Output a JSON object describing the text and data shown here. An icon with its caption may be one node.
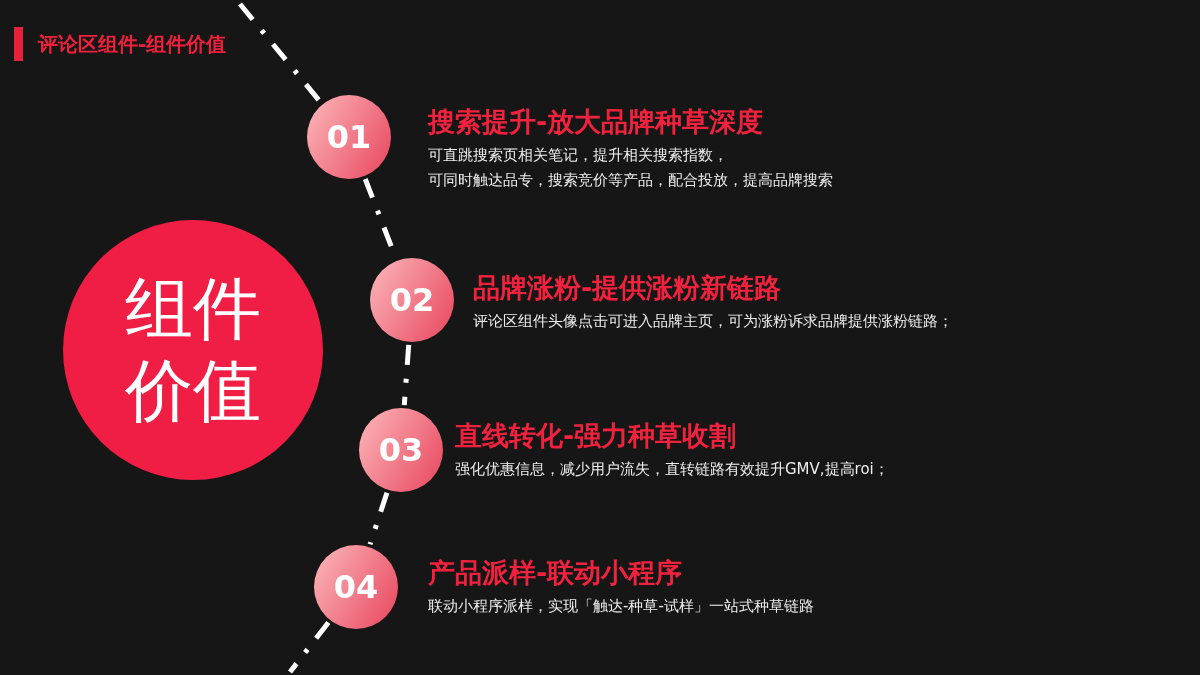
{
  "diagram": {
    "title": "评论区组件-组件价值",
    "nodes": [
      {
        "text": [
          "组件价值"
        ]
      },
      {
        "text": [
          "01"
        ],
        "beside": [
          "搜索提升-放大品牌种草深度",
          "可直跳搜索页相关笔记，提升相关搜索指数，",
          "可同时触达品专，搜索竞价等产品，配合投放，提高品牌搜索"
        ]
      },
      {
        "text": [
          "02"
        ],
        "beside": [
          "品牌涨粉-提供涨粉新链路",
          "评论区组件头像点击可进入品牌主页，可为涨粉诉求品牌提供涨粉链路；"
        ]
      },
      {
        "text": [
          "03"
        ],
        "beside": [
          "直线转化-强力种草收割",
          "强化优惠信息，减少用户流失，直转链路有效提升GMV,提高roi；"
        ]
      },
      {
        "text": [
          "04"
        ],
        "beside": [
          "产品派样-联动小程序",
          "联动小程序派样，实现「触达-种草-试样」一站式种草链路"
        ]
      }
    ],
    "edges": [
      {
        "from": null,
        "to": 1,
        "arrow": "none",
        "style": "dashed"
      },
      {
        "from": 1,
        "to": 2,
        "arrow": "none",
        "style": "dashed"
      },
      {
        "from": 2,
        "to": 3,
        "arrow": "none",
        "style": "dashed"
      },
      {
        "from": 3,
        "to": 4,
        "arrow": "none",
        "style": "dashed"
      },
      {
        "from": 4,
        "to": null,
        "arrow": "none",
        "style": "dashed"
      }
    ]
  }
}
